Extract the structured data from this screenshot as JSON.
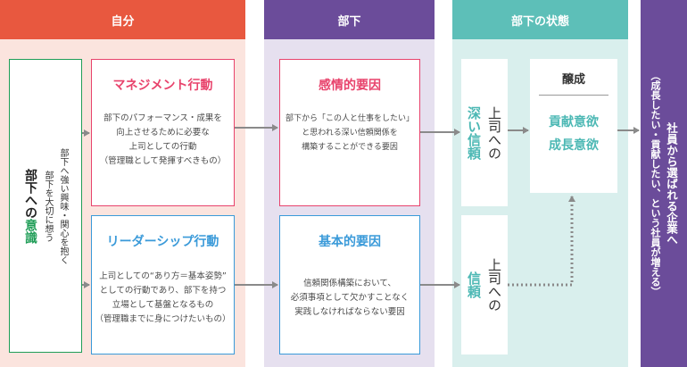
{
  "headers": {
    "self": "自分",
    "subordinate": "部下",
    "state": "部下の状態"
  },
  "left": {
    "title_prefix": "部下への",
    "title_emph": "意識",
    "sub1": "部下を大切に想う",
    "sub2": "部下へ強い興味・関心を抱く"
  },
  "management": {
    "title": "マネジメント行動",
    "body": "部下のパフォーマンス・成果を\n向上させるために必要な\n上司としての行動\n（管理職として発揮すべきもの）"
  },
  "leadership": {
    "title": "リーダーシップ行動",
    "body": "上司としての“あり方＝基本姿勢”\nとしての行動であり、部下を持つ\n立場として基盤となるもの\n（管理職までに身につけたいもの）"
  },
  "emotional": {
    "title": "感情的要因",
    "body": "部下から「この人と仕事をしたい」\nと思われる深い信頼関係を\n構築することができる要因"
  },
  "basic": {
    "title": "基本的要因",
    "body": "信頼関係構築において、\n必須事項として欠かすことなく\n実践しなければならない要因"
  },
  "state": {
    "deep_prefix": "上司への",
    "deep_emph": "深い信頼",
    "trust_prefix": "上司への",
    "trust_emph": "信頼",
    "fostering": "醸成",
    "motivation1": "貢献意欲",
    "motivation2": "成長意欲"
  },
  "result": {
    "line1": "社員から選ばれる企業へ",
    "line2": "（成長したい・貢献したい、という社員が増える）"
  },
  "colors": {
    "self_header": "#e8583f",
    "self_bg": "#fbe4de",
    "sub_header": "#6b4c9a",
    "sub_bg": "#e6e0ef",
    "state_header": "#5dbfb8",
    "state_bg": "#d9efed",
    "result_bg": "#6b4c9a",
    "green": "#1f9d57",
    "pink": "#e8436c",
    "blue": "#3a9ad9",
    "arrow": "#8a8a8a"
  }
}
